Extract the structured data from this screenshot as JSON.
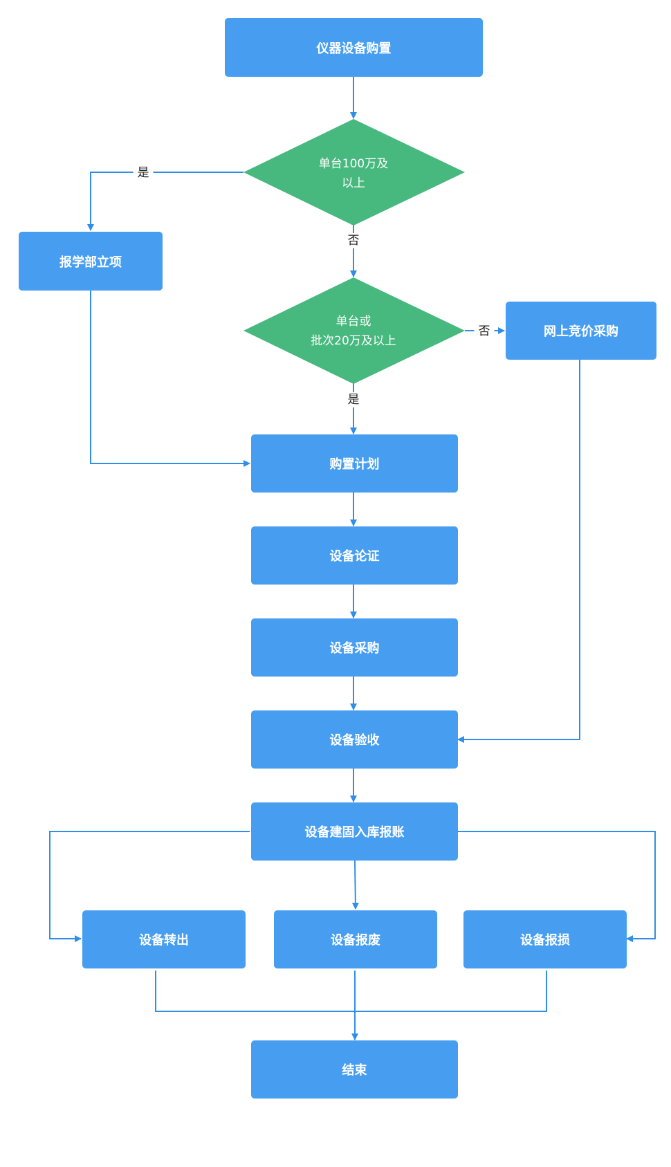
{
  "colors": {
    "box": "#479ef0",
    "decision": "#47b87e",
    "line": "#2f8fe8",
    "text_light": "#ffffff",
    "text_dark": "#222222"
  },
  "nodes": {
    "start": "仪器设备购置",
    "decision1_line1": "单台100万及",
    "decision1_line2": "以上",
    "report": "报学部立项",
    "decision2_line1": "单台或",
    "decision2_line2": "批次20万及以上",
    "online": "网上竞价采购",
    "plan": "购置计划",
    "demonstrate": "设备论证",
    "purchase": "设备采购",
    "accept": "设备验收",
    "register": "设备建固入库报账",
    "transfer": "设备转出",
    "scrap": "设备报废",
    "damage": "设备报损",
    "end": "结束"
  },
  "edge_labels": {
    "d1_yes": "是",
    "d1_no": "否",
    "d2_no": "否",
    "d2_yes": "是"
  }
}
